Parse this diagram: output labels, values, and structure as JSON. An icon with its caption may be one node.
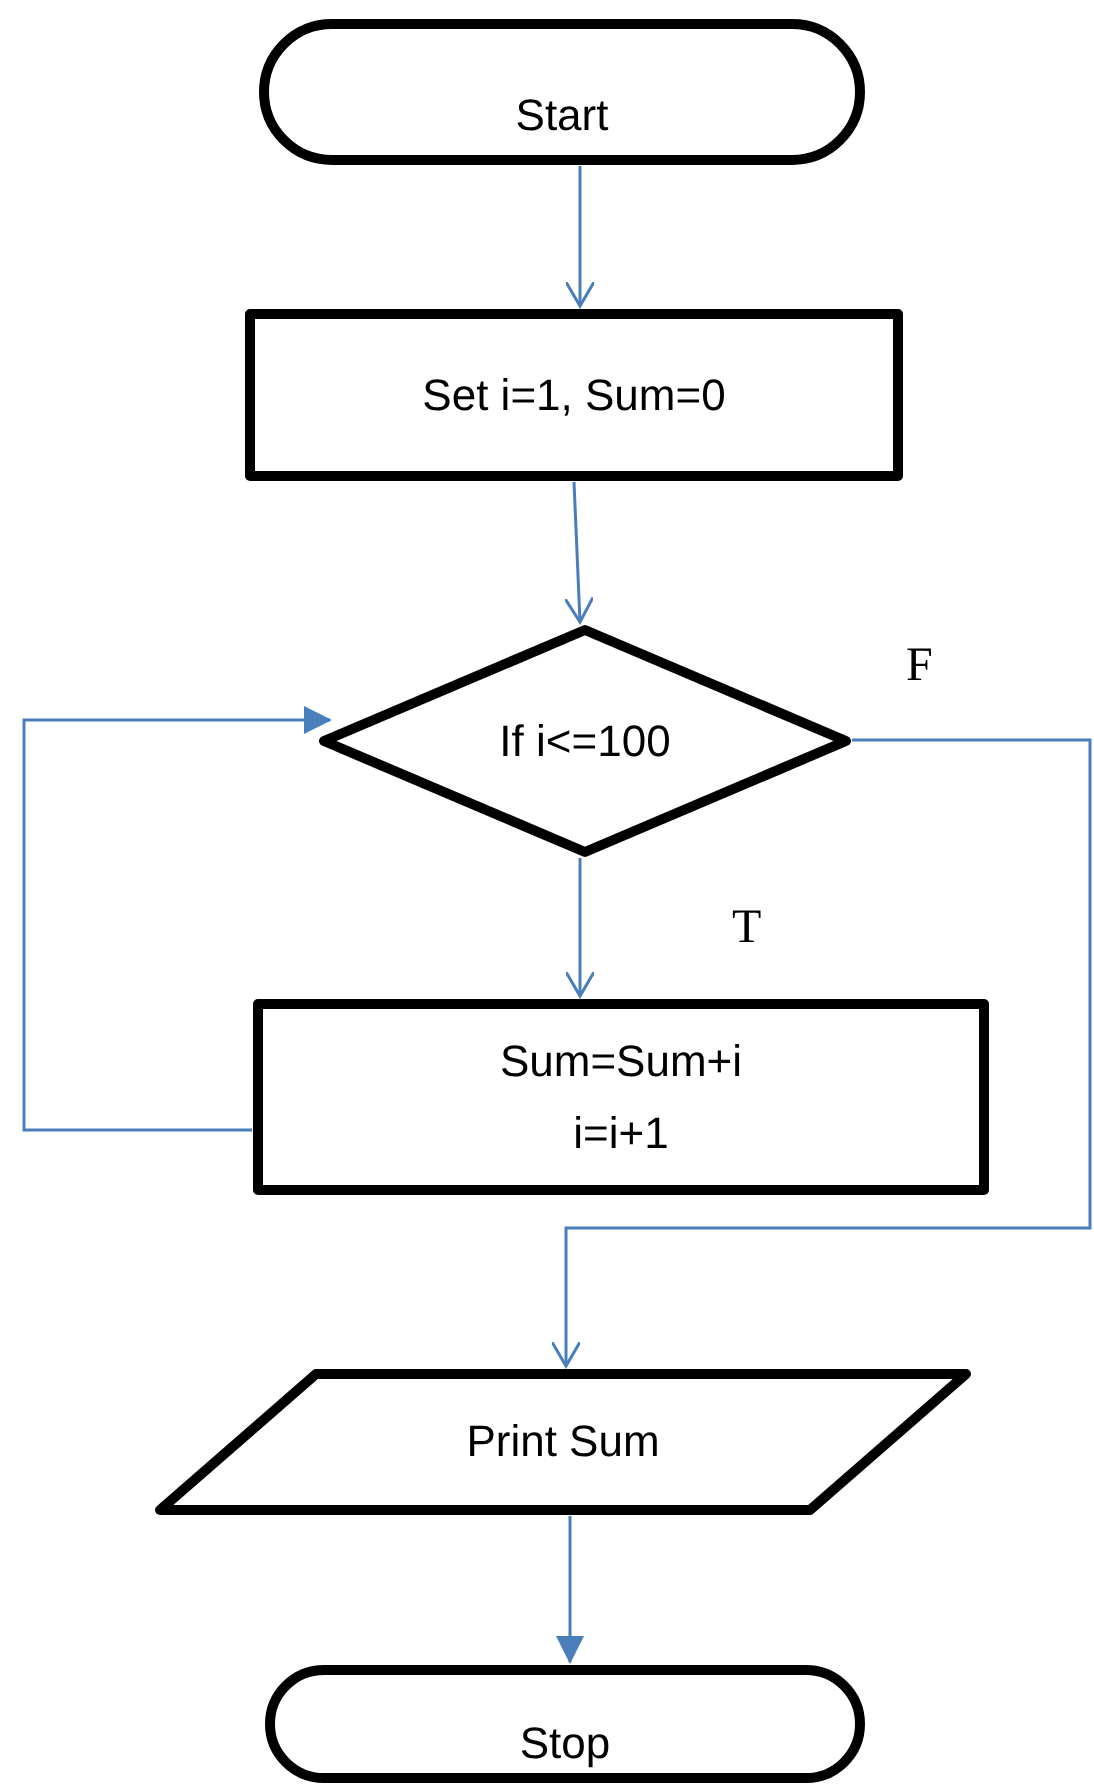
{
  "diagram": {
    "nodes": [
      {
        "text": [
          "Start"
        ]
      },
      {
        "text": [
          "Set i=1, Sum=0"
        ]
      },
      {
        "text": [
          "If i<=100"
        ]
      },
      {
        "text": [
          "Sum=Sum+i i=i+1"
        ]
      },
      {
        "text": [
          "Print Sum"
        ]
      },
      {
        "text": [
          "Stop"
        ]
      }
    ],
    "edges": [
      {
        "from": 0,
        "to": 1,
        "arrow": "to"
      },
      {
        "from": 1,
        "to": 2,
        "arrow": "to"
      },
      {
        "from": 2,
        "to": 3,
        "arrow": "to",
        "label": "T"
      },
      {
        "from": 2,
        "to": 4,
        "arrow": "to",
        "label": "F"
      },
      {
        "from": 3,
        "to": 2,
        "arrow": "to"
      },
      {
        "from": 4,
        "to": 5,
        "arrow": "to"
      }
    ]
  }
}
